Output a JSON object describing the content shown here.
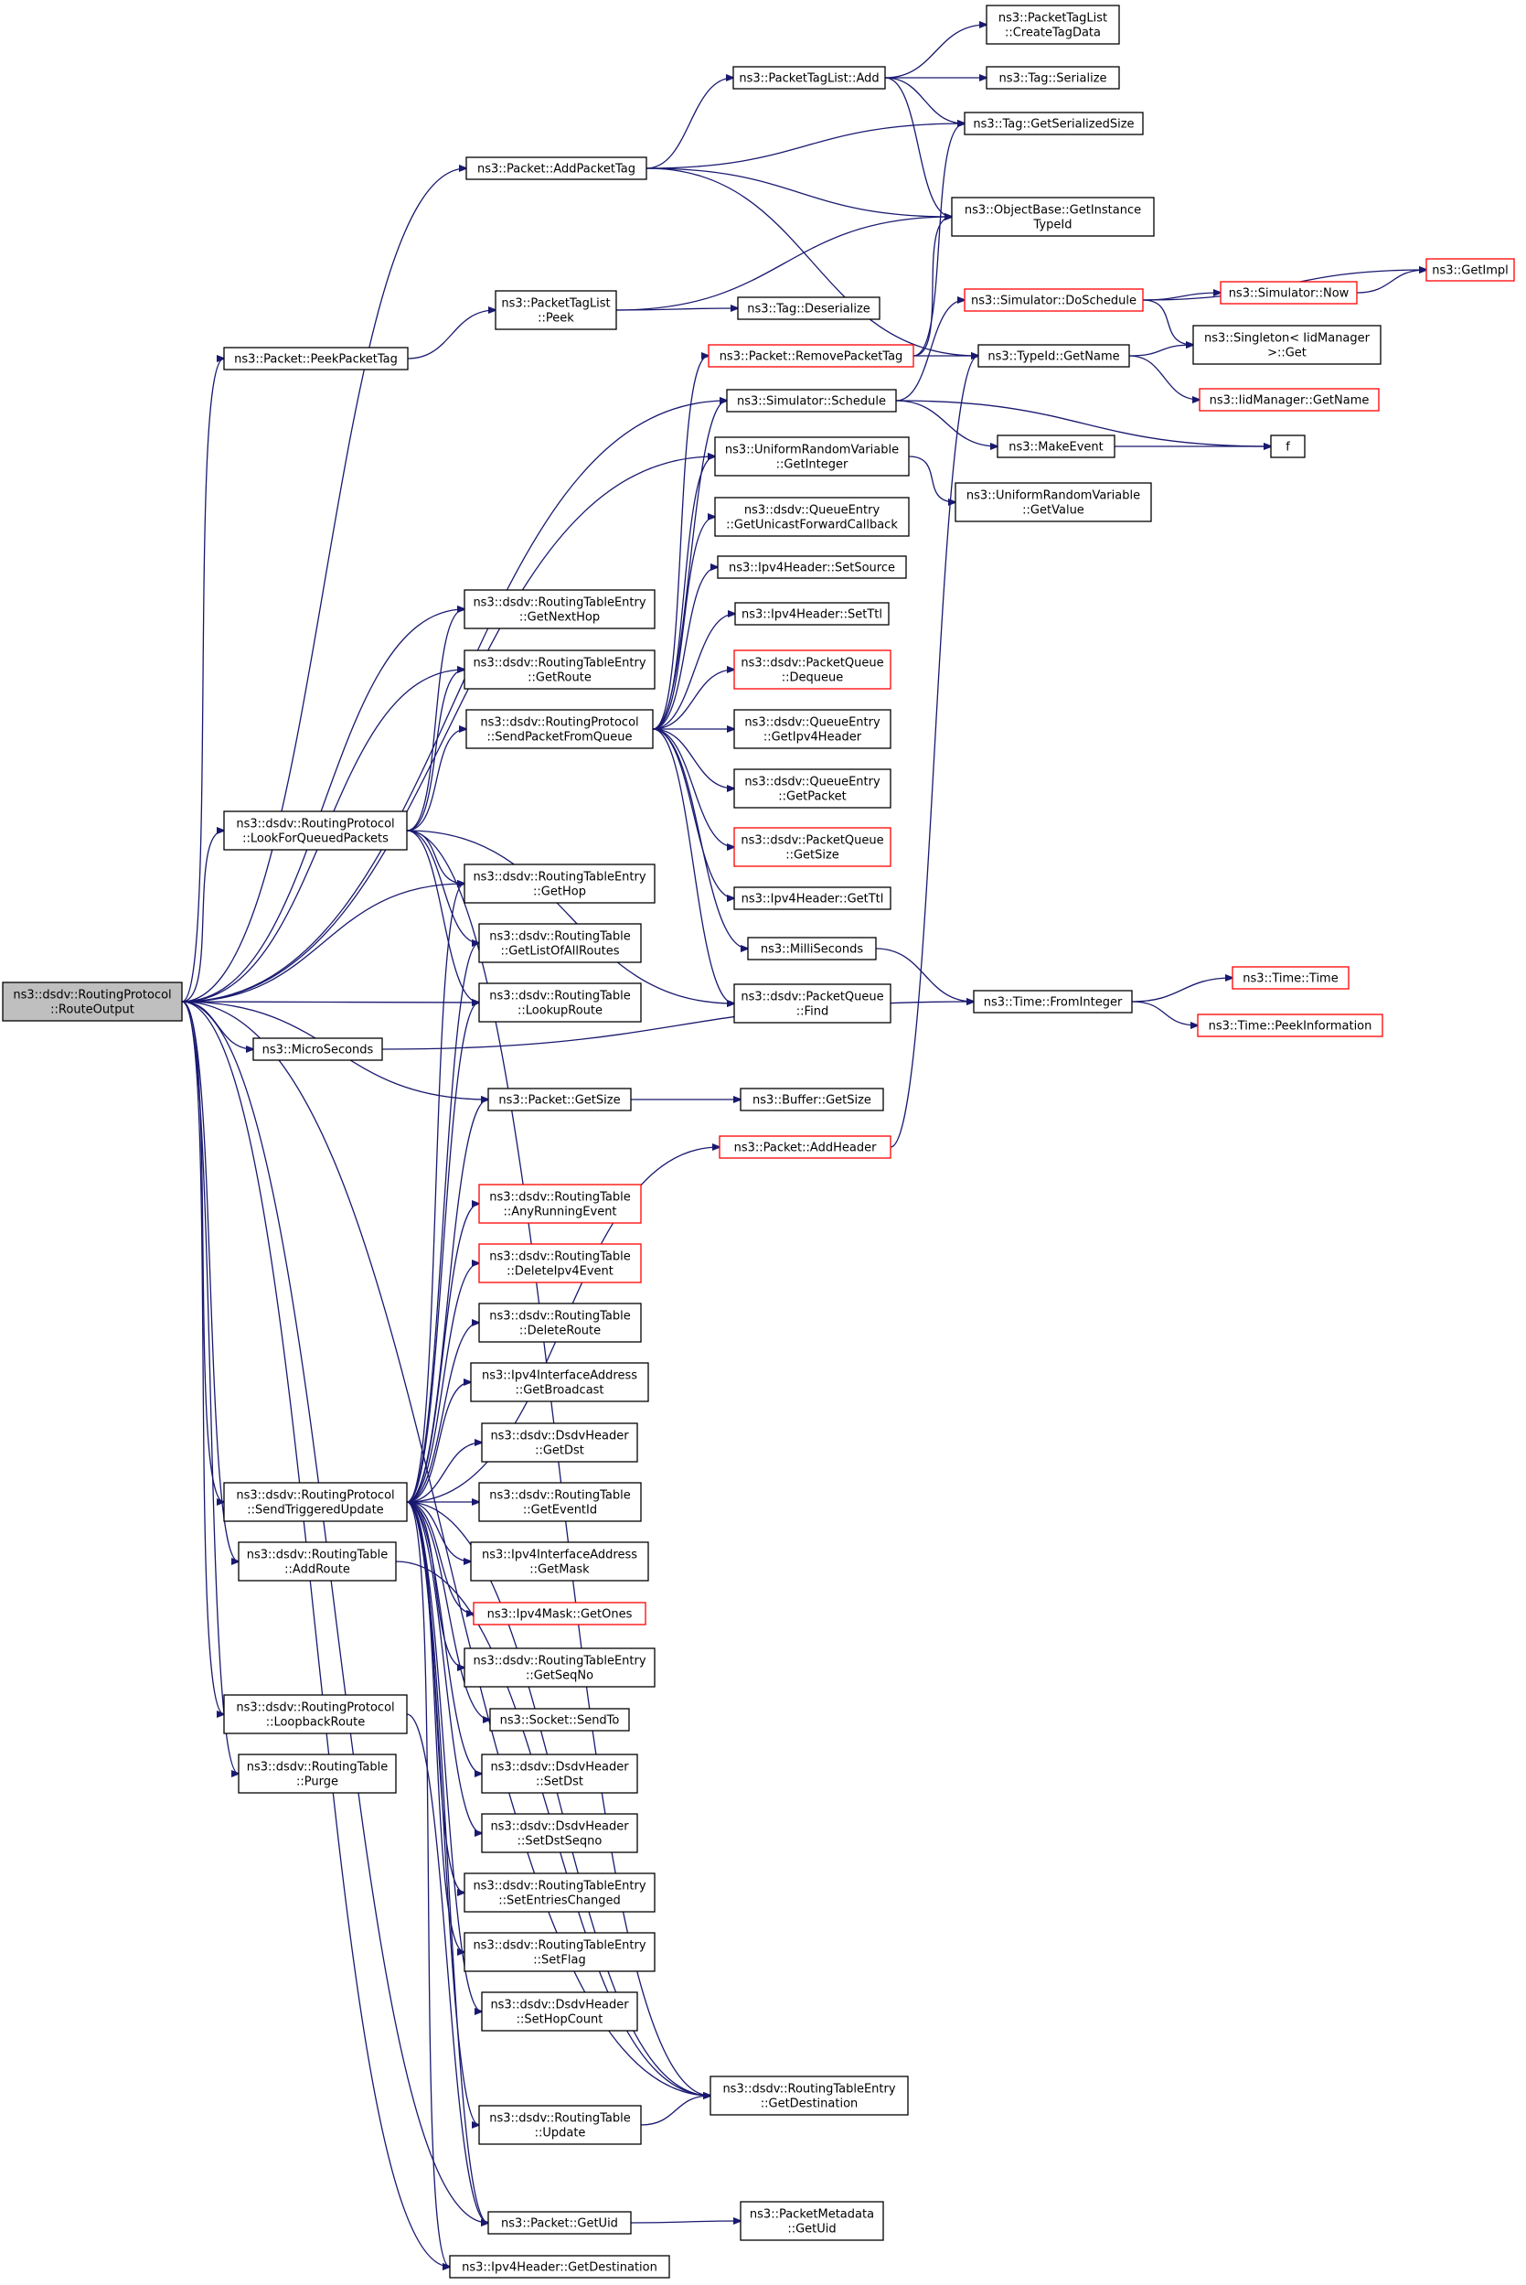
{
  "diagram": {
    "title": "",
    "colors": {
      "edge": "#191970",
      "root_fill": "#bfbfbf",
      "external_border": "#ff0000",
      "node_border": "#000000"
    },
    "nodes": [
      {
        "id": "root",
        "lines": [
          "ns3::dsdv::RoutingProtocol",
          "::RouteOutput"
        ],
        "style": "root"
      },
      {
        "id": "addPacketTag",
        "lines": [
          "ns3::Packet::AddPacketTag"
        ]
      },
      {
        "id": "ptlAdd",
        "lines": [
          "ns3::PacketTagList::Add"
        ]
      },
      {
        "id": "createTagData",
        "lines": [
          "ns3::PacketTagList",
          "::CreateTagData"
        ]
      },
      {
        "id": "tagSerialize",
        "lines": [
          "ns3::Tag::Serialize"
        ]
      },
      {
        "id": "tagGetSerializedSize",
        "lines": [
          "ns3::Tag::GetSerializedSize"
        ]
      },
      {
        "id": "objGetInstanceTypeId",
        "lines": [
          "ns3::ObjectBase::GetInstance",
          "TypeId"
        ]
      },
      {
        "id": "peekPacketTag",
        "lines": [
          "ns3::Packet::PeekPacketTag"
        ]
      },
      {
        "id": "ptlPeek",
        "lines": [
          "ns3::PacketTagList",
          "::Peek"
        ]
      },
      {
        "id": "tagDeserialize",
        "lines": [
          "ns3::Tag::Deserialize"
        ]
      },
      {
        "id": "simDoSchedule",
        "lines": [
          "ns3::Simulator::DoSchedule"
        ],
        "style": "red"
      },
      {
        "id": "getImpl",
        "lines": [
          "ns3::GetImpl"
        ],
        "style": "red"
      },
      {
        "id": "simNow",
        "lines": [
          "ns3::Simulator::Now"
        ],
        "style": "red"
      },
      {
        "id": "removePacketTag",
        "lines": [
          "ns3::Packet::RemovePacketTag"
        ],
        "style": "red"
      },
      {
        "id": "typeIdGetName",
        "lines": [
          "ns3::TypeId::GetName"
        ]
      },
      {
        "id": "singletonGet",
        "lines": [
          "ns3::Singleton< IidManager",
          ">::Get"
        ]
      },
      {
        "id": "iidGetName",
        "lines": [
          "ns3::IidManager::GetName"
        ],
        "style": "red"
      },
      {
        "id": "simSchedule",
        "lines": [
          "ns3::Simulator::Schedule"
        ]
      },
      {
        "id": "makeEvent",
        "lines": [
          "ns3::MakeEvent"
        ]
      },
      {
        "id": "f",
        "lines": [
          "f"
        ]
      },
      {
        "id": "urvGetInteger",
        "lines": [
          "ns3::UniformRandomVariable",
          "::GetInteger"
        ]
      },
      {
        "id": "urvGetValue",
        "lines": [
          "ns3::UniformRandomVariable",
          "::GetValue"
        ]
      },
      {
        "id": "qeGetUnicast",
        "lines": [
          "ns3::dsdv::QueueEntry",
          "::GetUnicastForwardCallback"
        ]
      },
      {
        "id": "ipv4SetSource",
        "lines": [
          "ns3::Ipv4Header::SetSource"
        ]
      },
      {
        "id": "ipv4SetTtl",
        "lines": [
          "ns3::Ipv4Header::SetTtl"
        ]
      },
      {
        "id": "rteGetNextHop",
        "lines": [
          "ns3::dsdv::RoutingTableEntry",
          "::GetNextHop"
        ]
      },
      {
        "id": "pqDequeue",
        "lines": [
          "ns3::dsdv::PacketQueue",
          "::Dequeue"
        ],
        "style": "red"
      },
      {
        "id": "rteGetRoute",
        "lines": [
          "ns3::dsdv::RoutingTableEntry",
          "::GetRoute"
        ]
      },
      {
        "id": "qeGetIpv4Header",
        "lines": [
          "ns3::dsdv::QueueEntry",
          "::GetIpv4Header"
        ]
      },
      {
        "id": "sendPacketFromQueue",
        "lines": [
          "ns3::dsdv::RoutingProtocol",
          "::SendPacketFromQueue"
        ]
      },
      {
        "id": "qeGetPacket",
        "lines": [
          "ns3::dsdv::QueueEntry",
          "::GetPacket"
        ]
      },
      {
        "id": "lookForQueued",
        "lines": [
          "ns3::dsdv::RoutingProtocol",
          "::LookForQueuedPackets"
        ]
      },
      {
        "id": "pqGetSize",
        "lines": [
          "ns3::dsdv::PacketQueue",
          "::GetSize"
        ],
        "style": "red"
      },
      {
        "id": "rteGetHop",
        "lines": [
          "ns3::dsdv::RoutingTableEntry",
          "::GetHop"
        ]
      },
      {
        "id": "ipv4GetTtl",
        "lines": [
          "ns3::Ipv4Header::GetTtl"
        ]
      },
      {
        "id": "rtGetListOfAllRoutes",
        "lines": [
          "ns3::dsdv::RoutingTable",
          "::GetListOfAllRoutes"
        ]
      },
      {
        "id": "milliSeconds",
        "lines": [
          "ns3::MilliSeconds"
        ]
      },
      {
        "id": "timeTime",
        "lines": [
          "ns3::Time::Time"
        ],
        "style": "red"
      },
      {
        "id": "rtLookupRoute",
        "lines": [
          "ns3::dsdv::RoutingTable",
          "::LookupRoute"
        ]
      },
      {
        "id": "pqFind",
        "lines": [
          "ns3::dsdv::PacketQueue",
          "::Find"
        ]
      },
      {
        "id": "timeFromInteger",
        "lines": [
          "ns3::Time::FromInteger"
        ]
      },
      {
        "id": "timePeekInfo",
        "lines": [
          "ns3::Time::PeekInformation"
        ],
        "style": "red"
      },
      {
        "id": "microSeconds",
        "lines": [
          "ns3::MicroSeconds"
        ]
      },
      {
        "id": "packetGetSize",
        "lines": [
          "ns3::Packet::GetSize"
        ]
      },
      {
        "id": "bufferGetSize",
        "lines": [
          "ns3::Buffer::GetSize"
        ]
      },
      {
        "id": "packetAddHeader",
        "lines": [
          "ns3::Packet::AddHeader"
        ],
        "style": "red"
      },
      {
        "id": "rtAnyRunningEvent",
        "lines": [
          "ns3::dsdv::RoutingTable",
          "::AnyRunningEvent"
        ],
        "style": "red"
      },
      {
        "id": "rtDeleteIpv4Event",
        "lines": [
          "ns3::dsdv::RoutingTable",
          "::DeleteIpv4Event"
        ],
        "style": "red"
      },
      {
        "id": "rtDeleteRoute",
        "lines": [
          "ns3::dsdv::RoutingTable",
          "::DeleteRoute"
        ]
      },
      {
        "id": "ifaceGetBroadcast",
        "lines": [
          "ns3::Ipv4InterfaceAddress",
          "::GetBroadcast"
        ]
      },
      {
        "id": "dhGetDst",
        "lines": [
          "ns3::dsdv::DsdvHeader",
          "::GetDst"
        ]
      },
      {
        "id": "sendTriggered",
        "lines": [
          "ns3::dsdv::RoutingProtocol",
          "::SendTriggeredUpdate"
        ]
      },
      {
        "id": "rtGetEventId",
        "lines": [
          "ns3::dsdv::RoutingTable",
          "::GetEventId"
        ]
      },
      {
        "id": "rtAddRoute",
        "lines": [
          "ns3::dsdv::RoutingTable",
          "::AddRoute"
        ]
      },
      {
        "id": "ifaceGetMask",
        "lines": [
          "ns3::Ipv4InterfaceAddress",
          "::GetMask"
        ]
      },
      {
        "id": "maskGetOnes",
        "lines": [
          "ns3::Ipv4Mask::GetOnes"
        ],
        "style": "red"
      },
      {
        "id": "rteGetSeqNo",
        "lines": [
          "ns3::dsdv::RoutingTableEntry",
          "::GetSeqNo"
        ]
      },
      {
        "id": "loopbackRoute",
        "lines": [
          "ns3::dsdv::RoutingProtocol",
          "::LoopbackRoute"
        ]
      },
      {
        "id": "socketSendTo",
        "lines": [
          "ns3::Socket::SendTo"
        ]
      },
      {
        "id": "rtPurge",
        "lines": [
          "ns3::dsdv::RoutingTable",
          "::Purge"
        ]
      },
      {
        "id": "dhSetDst",
        "lines": [
          "ns3::dsdv::DsdvHeader",
          "::SetDst"
        ]
      },
      {
        "id": "dhSetDstSeqno",
        "lines": [
          "ns3::dsdv::DsdvHeader",
          "::SetDstSeqno"
        ]
      },
      {
        "id": "rteSetEntriesChanged",
        "lines": [
          "ns3::dsdv::RoutingTableEntry",
          "::SetEntriesChanged"
        ]
      },
      {
        "id": "rteSetFlag",
        "lines": [
          "ns3::dsdv::RoutingTableEntry",
          "::SetFlag"
        ]
      },
      {
        "id": "dhSetHopCount",
        "lines": [
          "ns3::dsdv::DsdvHeader",
          "::SetHopCount"
        ]
      },
      {
        "id": "rteGetDestination",
        "lines": [
          "ns3::dsdv::RoutingTableEntry",
          "::GetDestination"
        ]
      },
      {
        "id": "rtUpdate",
        "lines": [
          "ns3::dsdv::RoutingTable",
          "::Update"
        ]
      },
      {
        "id": "packetGetUid",
        "lines": [
          "ns3::Packet::GetUid"
        ]
      },
      {
        "id": "pmGetUid",
        "lines": [
          "ns3::PacketMetadata",
          "::GetUid"
        ]
      },
      {
        "id": "ipv4GetDestination",
        "lines": [
          "ns3::Ipv4Header::GetDestination"
        ]
      }
    ],
    "edges": [
      [
        "root",
        "addPacketTag"
      ],
      [
        "root",
        "peekPacketTag"
      ],
      [
        "root",
        "simSchedule"
      ],
      [
        "root",
        "urvGetInteger"
      ],
      [
        "root",
        "rteGetNextHop"
      ],
      [
        "root",
        "rteGetRoute"
      ],
      [
        "root",
        "lookForQueued"
      ],
      [
        "root",
        "rteGetHop"
      ],
      [
        "root",
        "rtLookupRoute"
      ],
      [
        "root",
        "microSeconds"
      ],
      [
        "root",
        "packetGetSize"
      ],
      [
        "root",
        "sendTriggered"
      ],
      [
        "root",
        "rtAddRoute"
      ],
      [
        "root",
        "loopbackRoute"
      ],
      [
        "root",
        "rtPurge"
      ],
      [
        "root",
        "packetGetUid"
      ],
      [
        "root",
        "ipv4GetDestination"
      ],
      [
        "root",
        "rteGetDestination"
      ],
      [
        "addPacketTag",
        "ptlAdd"
      ],
      [
        "addPacketTag",
        "tagGetSerializedSize"
      ],
      [
        "addPacketTag",
        "objGetInstanceTypeId"
      ],
      [
        "addPacketTag",
        "typeIdGetName"
      ],
      [
        "ptlAdd",
        "createTagData"
      ],
      [
        "ptlAdd",
        "tagSerialize"
      ],
      [
        "ptlAdd",
        "tagGetSerializedSize"
      ],
      [
        "ptlAdd",
        "objGetInstanceTypeId"
      ],
      [
        "peekPacketTag",
        "ptlPeek"
      ],
      [
        "ptlPeek",
        "tagDeserialize"
      ],
      [
        "ptlPeek",
        "objGetInstanceTypeId"
      ],
      [
        "simDoSchedule",
        "getImpl"
      ],
      [
        "simDoSchedule",
        "simNow"
      ],
      [
        "simDoSchedule",
        "singletonGet"
      ],
      [
        "simNow",
        "getImpl"
      ],
      [
        "removePacketTag",
        "typeIdGetName"
      ],
      [
        "removePacketTag",
        "objGetInstanceTypeId"
      ],
      [
        "removePacketTag",
        "tagGetSerializedSize"
      ],
      [
        "typeIdGetName",
        "singletonGet"
      ],
      [
        "typeIdGetName",
        "iidGetName"
      ],
      [
        "simSchedule",
        "makeEvent"
      ],
      [
        "simSchedule",
        "f"
      ],
      [
        "simSchedule",
        "simDoSchedule"
      ],
      [
        "makeEvent",
        "f"
      ],
      [
        "urvGetInteger",
        "urvGetValue"
      ],
      [
        "sendPacketFromQueue",
        "removePacketTag"
      ],
      [
        "sendPacketFromQueue",
        "simSchedule"
      ],
      [
        "sendPacketFromQueue",
        "urvGetInteger"
      ],
      [
        "sendPacketFromQueue",
        "qeGetUnicast"
      ],
      [
        "sendPacketFromQueue",
        "ipv4SetSource"
      ],
      [
        "sendPacketFromQueue",
        "ipv4SetTtl"
      ],
      [
        "sendPacketFromQueue",
        "pqDequeue"
      ],
      [
        "sendPacketFromQueue",
        "qeGetIpv4Header"
      ],
      [
        "sendPacketFromQueue",
        "qeGetPacket"
      ],
      [
        "sendPacketFromQueue",
        "pqGetSize"
      ],
      [
        "sendPacketFromQueue",
        "ipv4GetTtl"
      ],
      [
        "sendPacketFromQueue",
        "milliSeconds"
      ],
      [
        "sendPacketFromQueue",
        "pqFind"
      ],
      [
        "lookForQueued",
        "sendPacketFromQueue"
      ],
      [
        "lookForQueued",
        "rteGetNextHop"
      ],
      [
        "lookForQueued",
        "rteGetRoute"
      ],
      [
        "lookForQueued",
        "rteGetHop"
      ],
      [
        "lookForQueued",
        "rtGetListOfAllRoutes"
      ],
      [
        "lookForQueued",
        "rtLookupRoute"
      ],
      [
        "lookForQueued",
        "pqFind"
      ],
      [
        "lookForQueued",
        "rteGetDestination"
      ],
      [
        "milliSeconds",
        "timeFromInteger"
      ],
      [
        "microSeconds",
        "timeFromInteger"
      ],
      [
        "timeFromInteger",
        "timeTime"
      ],
      [
        "timeFromInteger",
        "timePeekInfo"
      ],
      [
        "packetGetSize",
        "bufferGetSize"
      ],
      [
        "packetAddHeader",
        "typeIdGetName"
      ],
      [
        "sendTriggered",
        "packetAddHeader"
      ],
      [
        "sendTriggered",
        "rtAnyRunningEvent"
      ],
      [
        "sendTriggered",
        "rtDeleteIpv4Event"
      ],
      [
        "sendTriggered",
        "rtDeleteRoute"
      ],
      [
        "sendTriggered",
        "ifaceGetBroadcast"
      ],
      [
        "sendTriggered",
        "dhGetDst"
      ],
      [
        "sendTriggered",
        "rtGetEventId"
      ],
      [
        "sendTriggered",
        "ifaceGetMask"
      ],
      [
        "sendTriggered",
        "maskGetOnes"
      ],
      [
        "sendTriggered",
        "rteGetSeqNo"
      ],
      [
        "sendTriggered",
        "socketSendTo"
      ],
      [
        "sendTriggered",
        "dhSetDst"
      ],
      [
        "sendTriggered",
        "dhSetDstSeqno"
      ],
      [
        "sendTriggered",
        "rteSetEntriesChanged"
      ],
      [
        "sendTriggered",
        "rteSetFlag"
      ],
      [
        "sendTriggered",
        "dhSetHopCount"
      ],
      [
        "sendTriggered",
        "rteGetDestination"
      ],
      [
        "sendTriggered",
        "rtUpdate"
      ],
      [
        "sendTriggered",
        "packetGetUid"
      ],
      [
        "sendTriggered",
        "ipv4GetDestination"
      ],
      [
        "sendTriggered",
        "rteGetHop"
      ],
      [
        "sendTriggered",
        "rtGetListOfAllRoutes"
      ],
      [
        "sendTriggered",
        "rtLookupRoute"
      ],
      [
        "sendTriggered",
        "packetGetSize"
      ],
      [
        "rtUpdate",
        "rteGetDestination"
      ],
      [
        "packetGetUid",
        "pmGetUid"
      ],
      [
        "rtAddRoute",
        "rteGetDestination"
      ],
      [
        "loopbackRoute",
        "packetGetUid"
      ]
    ]
  }
}
